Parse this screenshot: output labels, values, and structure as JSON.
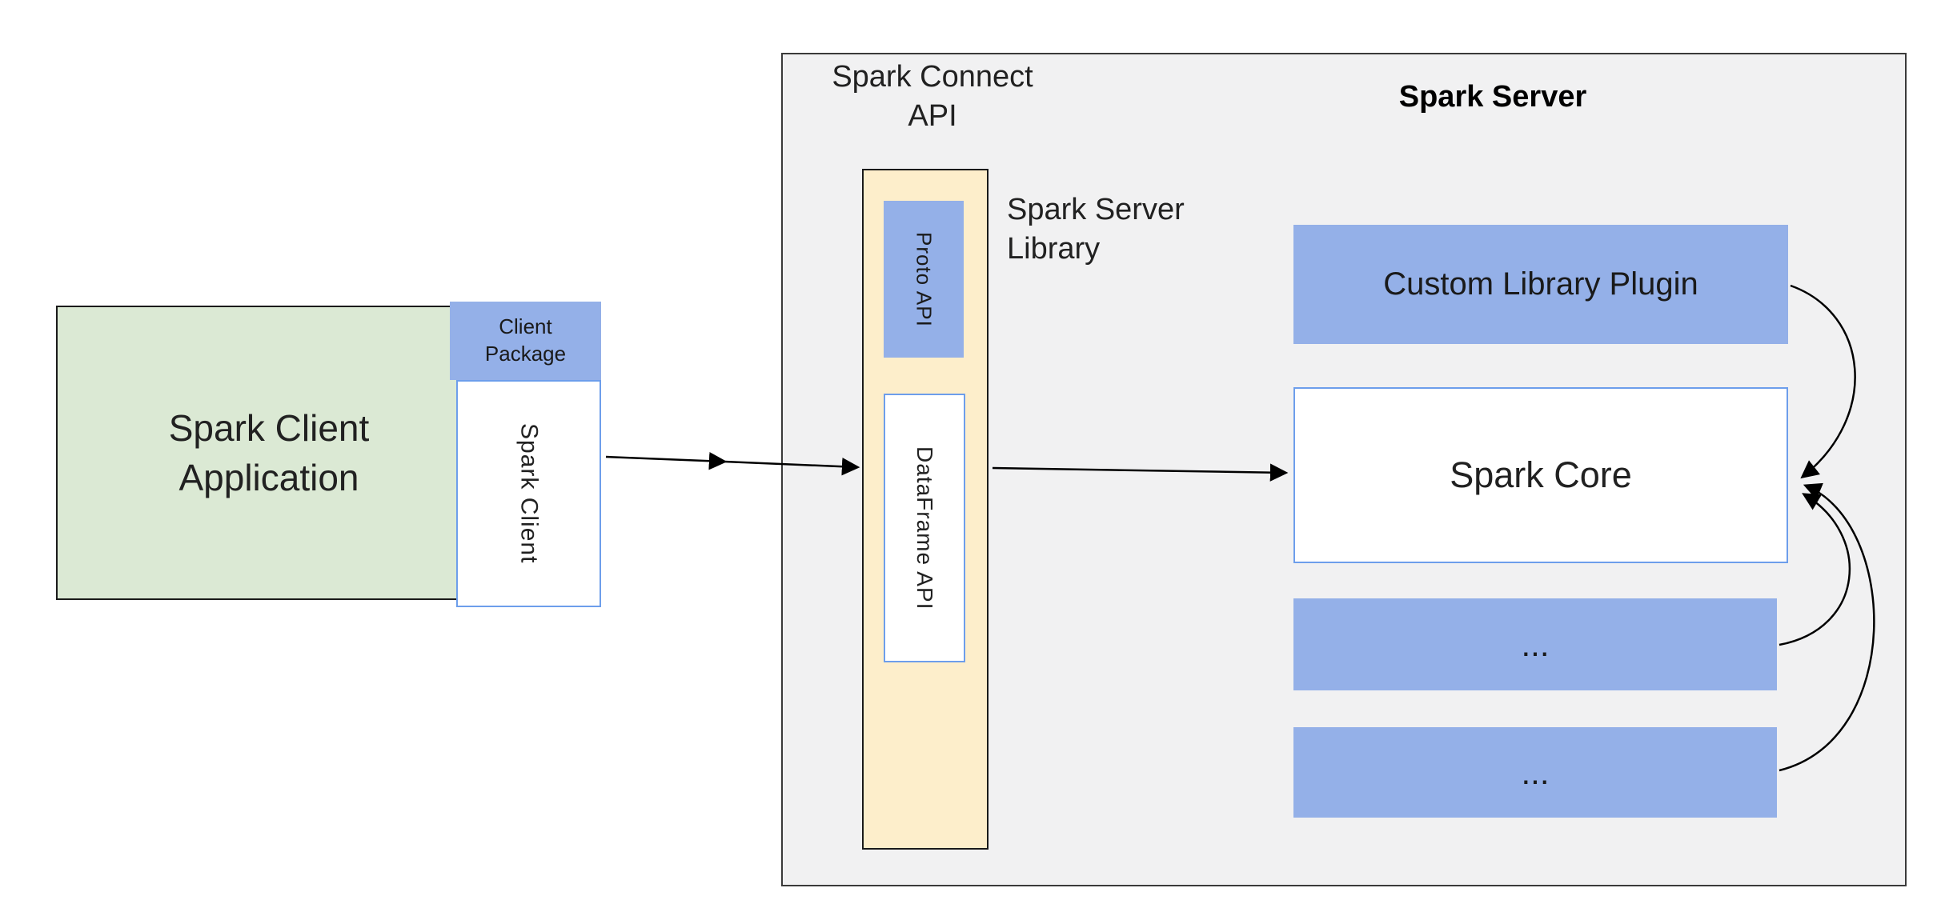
{
  "client": {
    "app_label": "Spark Client\nApplication",
    "package_label": "Client\nPackage",
    "spark_client_label": "Spark Client"
  },
  "server": {
    "connect_api_label": "Spark Connect\nAPI",
    "title": "Spark Server",
    "proto_api_label": "Proto API",
    "dataframe_api_label": "DataFrame API",
    "server_library_label": "Spark Server\nLibrary",
    "custom_plugin_label": "Custom Library Plugin",
    "spark_core_label": "Spark Core",
    "more_top_label": "...",
    "more_bottom_label": "..."
  },
  "colors": {
    "client_app_green": "#dbe9d4",
    "accent_blue": "#94b0e8",
    "blue_border": "#6d9eeb",
    "api_strip_yellow": "#fdeecb",
    "server_gray": "#f1f1f2",
    "line_black": "#000000"
  }
}
